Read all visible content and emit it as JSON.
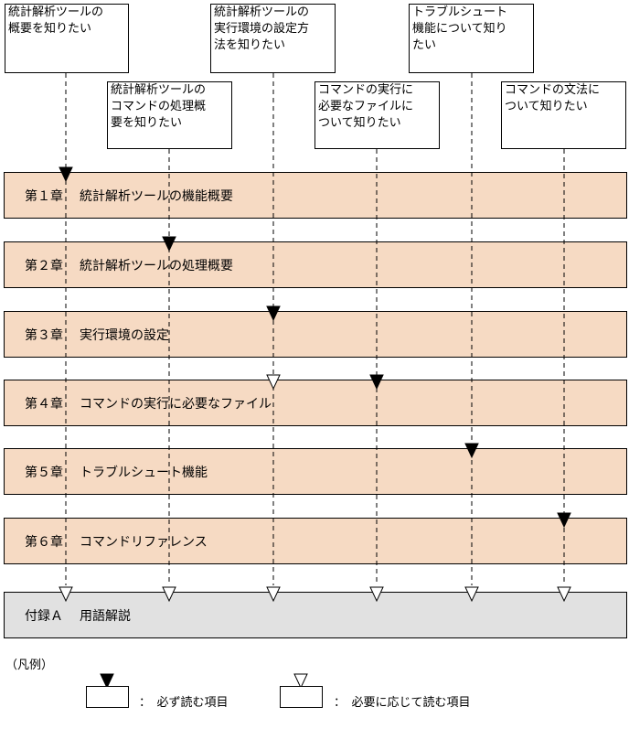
{
  "needs": [
    {
      "id": "n1",
      "text": "統計解析ツールの\n概要を知りたい"
    },
    {
      "id": "n2",
      "text": "統計解析ツールの\nコマンドの処理概\n要を知りたい"
    },
    {
      "id": "n3",
      "text": "統計解析ツールの\n実行環境の設定方\n法を知りたい"
    },
    {
      "id": "n4",
      "text": "コマンドの実行に\n必要なファイルに\nついて知りたい"
    },
    {
      "id": "n5",
      "text": "トラブルシュート\n機能について知り\nたい"
    },
    {
      "id": "n6",
      "text": "コマンドの文法に\nついて知りたい"
    }
  ],
  "chapters": [
    {
      "num": "第１章",
      "title": "統計解析ツールの機能概要",
      "appendix": false
    },
    {
      "num": "第２章",
      "title": "統計解析ツールの処理概要",
      "appendix": false
    },
    {
      "num": "第３章",
      "title": "実行環境の設定",
      "appendix": false
    },
    {
      "num": "第４章",
      "title": "コマンドの実行に必要なファイル",
      "appendix": false
    },
    {
      "num": "第５章",
      "title": "トラブルシュート機能",
      "appendix": false
    },
    {
      "num": "第６章",
      "title": "コマンドリファレンス",
      "appendix": false
    },
    {
      "num": "付録Ａ",
      "title": "用語解説",
      "appendix": true
    }
  ],
  "arrows": [
    {
      "need": 1,
      "chapter": 1,
      "kind": "required"
    },
    {
      "need": 2,
      "chapter": 2,
      "kind": "required"
    },
    {
      "need": 3,
      "chapter": 3,
      "kind": "required"
    },
    {
      "need": 3,
      "chapter": 4,
      "kind": "as-needed"
    },
    {
      "need": 4,
      "chapter": 4,
      "kind": "required"
    },
    {
      "need": 5,
      "chapter": 5,
      "kind": "required"
    },
    {
      "need": 6,
      "chapter": 6,
      "kind": "required"
    },
    {
      "need": 1,
      "chapter": 7,
      "kind": "as-needed"
    },
    {
      "need": 2,
      "chapter": 7,
      "kind": "as-needed"
    },
    {
      "need": 3,
      "chapter": 7,
      "kind": "as-needed"
    },
    {
      "need": 4,
      "chapter": 7,
      "kind": "as-needed"
    },
    {
      "need": 5,
      "chapter": 7,
      "kind": "as-needed"
    },
    {
      "need": 6,
      "chapter": 7,
      "kind": "as-needed"
    }
  ],
  "legend": {
    "title": "（凡例）",
    "required_label": "：　必ず読む項目",
    "optional_label": "：　必要に応じて読む項目"
  }
}
